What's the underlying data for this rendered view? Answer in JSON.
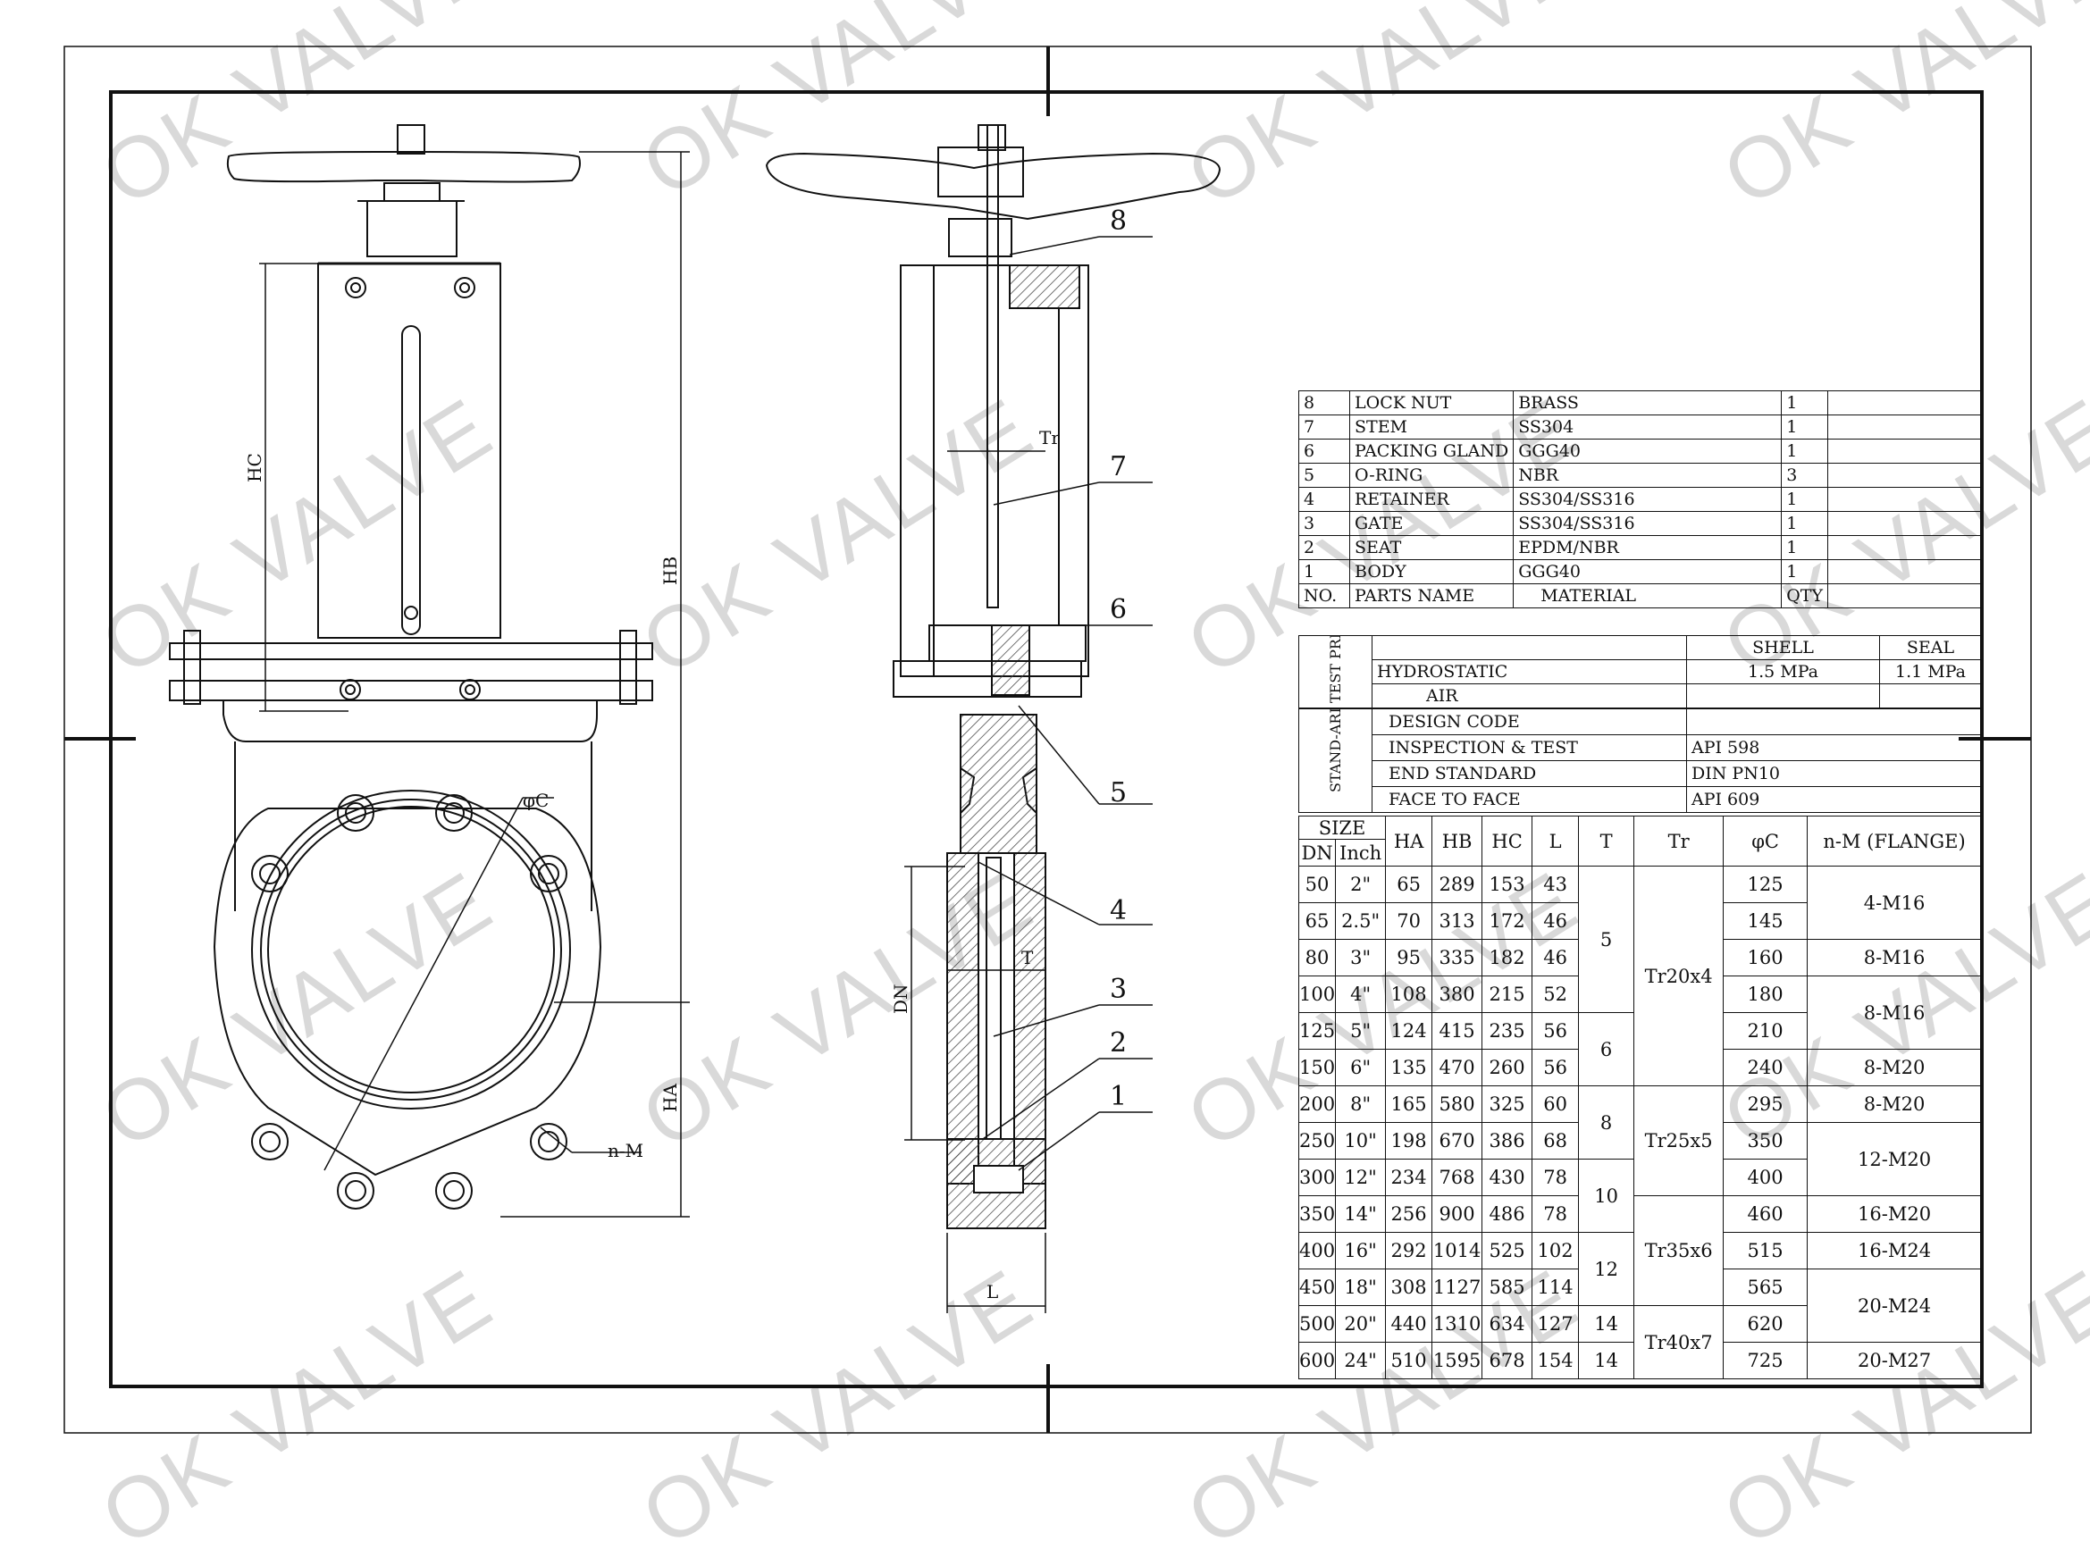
{
  "watermark": "OK VALVE",
  "front_view": {
    "dim_labels": {
      "hc": "HC",
      "hb": "HB",
      "ha": "HA",
      "phi_c": "φC",
      "n_m": "n-M"
    }
  },
  "side_view": {
    "dim_labels": {
      "tr": "Tr",
      "t": "T",
      "dn": "DN",
      "l": "L"
    },
    "callouts": [
      "8",
      "7",
      "6",
      "5",
      "4",
      "3",
      "2",
      "1"
    ]
  },
  "parts_list": {
    "rows": [
      {
        "no": "8",
        "name": "LOCK NUT",
        "material": "BRASS",
        "qty": "1"
      },
      {
        "no": "7",
        "name": "STEM",
        "material": "SS304",
        "qty": "1"
      },
      {
        "no": "6",
        "name": "PACKING GLAND",
        "material": "GGG40",
        "qty": "1"
      },
      {
        "no": "5",
        "name": "O-RING",
        "material": "NBR",
        "qty": "3"
      },
      {
        "no": "4",
        "name": "RETAINER",
        "material": "SS304/SS316",
        "qty": "1"
      },
      {
        "no": "3",
        "name": "GATE",
        "material": "SS304/SS316",
        "qty": "1"
      },
      {
        "no": "2",
        "name": "SEAT",
        "material": "EPDM/NBR",
        "qty": "1"
      },
      {
        "no": "1",
        "name": "BODY",
        "material": "GGG40",
        "qty": "1"
      }
    ],
    "header": {
      "no": "NO.",
      "name": "PARTS NAME",
      "material": "MATERIAL",
      "qty": "QTY"
    }
  },
  "test_pressure": {
    "label": "TEST PRESSURE",
    "shell": "SHELL",
    "seal": "SEAL",
    "hydrostatic": "HYDROSTATIC",
    "air": "AIR",
    "shell_value": "1.5 MPa",
    "seal_value": "1.1 MPa"
  },
  "standard": {
    "label": "STAND-ARD",
    "rows": [
      {
        "name": "DESIGN CODE",
        "value": ""
      },
      {
        "name": "INSPECTION & TEST",
        "value": "API 598"
      },
      {
        "name": "END STANDARD",
        "value": "DIN PN10"
      },
      {
        "name": "FACE TO FACE",
        "value": "API 609"
      }
    ]
  },
  "size_table": {
    "headers": {
      "size": "SIZE",
      "dn": "DN",
      "inch": "Inch",
      "ha": "HA",
      "hb": "HB",
      "hc": "HC",
      "l": "L",
      "t": "T",
      "tr": "Tr",
      "phi_c": "φC",
      "nm": "n-M (FLANGE)"
    },
    "rows": [
      {
        "dn": "50",
        "inch": "2\"",
        "ha": "65",
        "hb": "289",
        "hc": "153",
        "l": "43",
        "phi_c": "125"
      },
      {
        "dn": "65",
        "inch": "2.5\"",
        "ha": "70",
        "hb": "313",
        "hc": "172",
        "l": "46",
        "phi_c": "145"
      },
      {
        "dn": "80",
        "inch": "3\"",
        "ha": "95",
        "hb": "335",
        "hc": "182",
        "l": "46",
        "phi_c": "160"
      },
      {
        "dn": "100",
        "inch": "4\"",
        "ha": "108",
        "hb": "380",
        "hc": "215",
        "l": "52",
        "phi_c": "180"
      },
      {
        "dn": "125",
        "inch": "5\"",
        "ha": "124",
        "hb": "415",
        "hc": "235",
        "l": "56",
        "phi_c": "210"
      },
      {
        "dn": "150",
        "inch": "6\"",
        "ha": "135",
        "hb": "470",
        "hc": "260",
        "l": "56",
        "phi_c": "240"
      },
      {
        "dn": "200",
        "inch": "8\"",
        "ha": "165",
        "hb": "580",
        "hc": "325",
        "l": "60",
        "phi_c": "295"
      },
      {
        "dn": "250",
        "inch": "10\"",
        "ha": "198",
        "hb": "670",
        "hc": "386",
        "l": "68",
        "phi_c": "350"
      },
      {
        "dn": "300",
        "inch": "12\"",
        "ha": "234",
        "hb": "768",
        "hc": "430",
        "l": "78",
        "phi_c": "400"
      },
      {
        "dn": "350",
        "inch": "14\"",
        "ha": "256",
        "hb": "900",
        "hc": "486",
        "l": "78",
        "phi_c": "460"
      },
      {
        "dn": "400",
        "inch": "16\"",
        "ha": "292",
        "hb": "1014",
        "hc": "525",
        "l": "102",
        "phi_c": "515"
      },
      {
        "dn": "450",
        "inch": "18\"",
        "ha": "308",
        "hb": "1127",
        "hc": "585",
        "l": "114",
        "phi_c": "565"
      },
      {
        "dn": "500",
        "inch": "20\"",
        "ha": "440",
        "hb": "1310",
        "hc": "634",
        "l": "127",
        "phi_c": "620"
      },
      {
        "dn": "600",
        "inch": "24\"",
        "ha": "510",
        "hb": "1595",
        "hc": "678",
        "l": "154",
        "phi_c": "725"
      }
    ],
    "t_groups": [
      "5",
      "6",
      "8",
      "10",
      "12",
      "14",
      "14"
    ],
    "tr_groups": [
      "Tr20x4",
      "Tr25x5",
      "Tr35x6",
      "Tr40x7"
    ],
    "nm_groups": [
      "4-M16",
      "8-M16",
      "8-M16",
      "8-M20",
      "8-M20",
      "12-M20",
      "16-M20",
      "16-M24",
      "20-M24",
      "20-M27"
    ]
  }
}
